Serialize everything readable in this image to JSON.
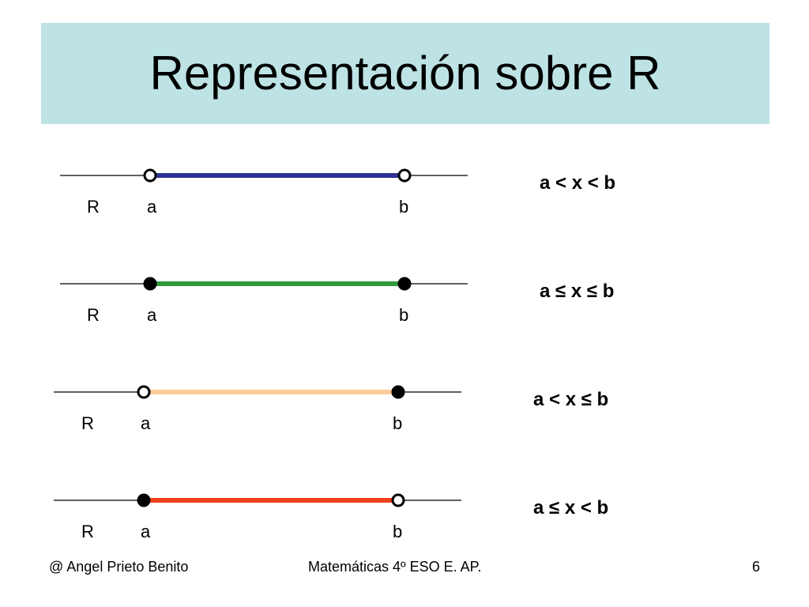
{
  "title": "Representación sobre R",
  "rows": [
    {
      "axis_label": "R",
      "a_label": "a",
      "b_label": "b",
      "inequality": "a < x < b",
      "color": "#2e3192",
      "left_open": true,
      "right_open": true
    },
    {
      "axis_label": "R",
      "a_label": "a",
      "b_label": "b",
      "inequality": "a ≤ x ≤ b",
      "color": "#2f9a3a",
      "left_open": false,
      "right_open": false
    },
    {
      "axis_label": "R",
      "a_label": "a",
      "b_label": "b",
      "inequality": "a < x ≤ b",
      "color": "#fccb97",
      "left_open": true,
      "right_open": false
    },
    {
      "axis_label": "R",
      "a_label": "a",
      "b_label": "b",
      "inequality": "a ≤ x < b",
      "color": "#f0401c",
      "left_open": false,
      "right_open": true
    }
  ],
  "footer": {
    "author": "@ Angel Prieto Benito",
    "course": "Matemáticas 4º ESO E. AP.",
    "page": "6"
  }
}
